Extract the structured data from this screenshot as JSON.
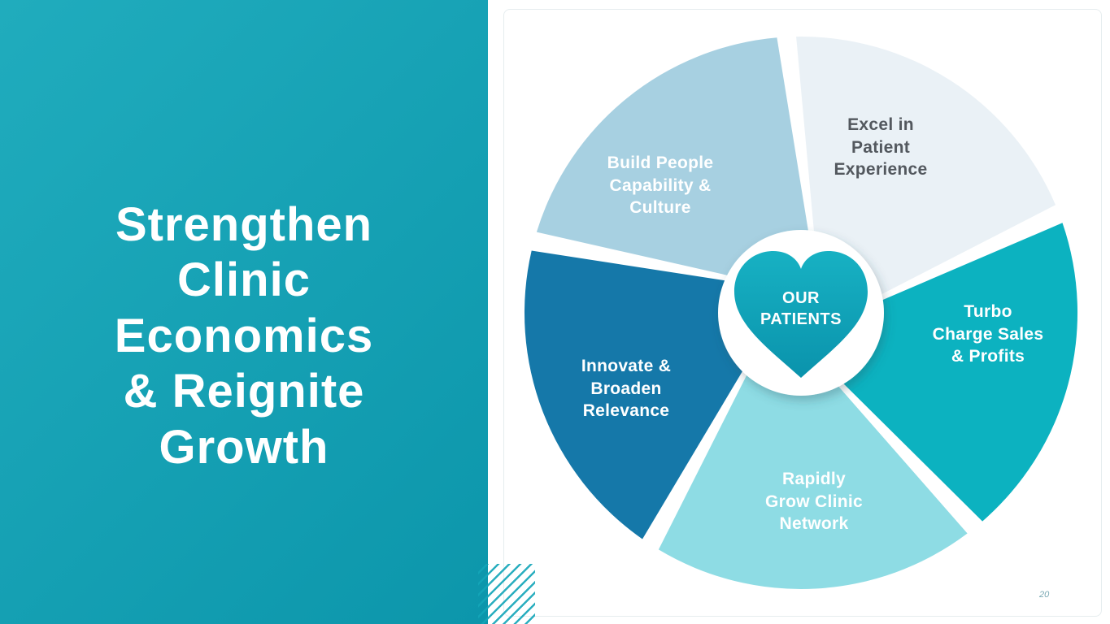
{
  "slide": {
    "title": "Strengthen\nClinic\nEconomics\n& Reignite\nGrowth",
    "page_number": "20"
  },
  "diagram": {
    "center_label": "OUR\nPATIENTS",
    "segments": [
      {
        "id": "excel-patient-experience",
        "label": "Excel in\nPatient\nExperience",
        "color": "#eaf1f6"
      },
      {
        "id": "turbo-charge-sales-profits",
        "label": "Turbo\nCharge Sales\n& Profits",
        "color": "#0cb2c0"
      },
      {
        "id": "rapidly-grow-clinic-network",
        "label": "Rapidly\nGrow Clinic\nNetwork",
        "color": "#8edce4"
      },
      {
        "id": "innovate-broaden-relevance",
        "label": "Innovate &\nBroaden\nRelevance",
        "color": "#1578a9"
      },
      {
        "id": "build-people-capability-culture",
        "label": "Build People\nCapability &\nCulture",
        "color": "#a7d0e1"
      }
    ]
  },
  "colors": {
    "panel_start": "#20acbd",
    "panel_end": "#0c96ab",
    "label_dark": "#53585e",
    "label_light": "#ffffff",
    "heart_top": "#17b1c3",
    "heart_bottom": "#0a93ac",
    "page_num": "#7aa9b4",
    "stripe": "#12a5b8"
  }
}
